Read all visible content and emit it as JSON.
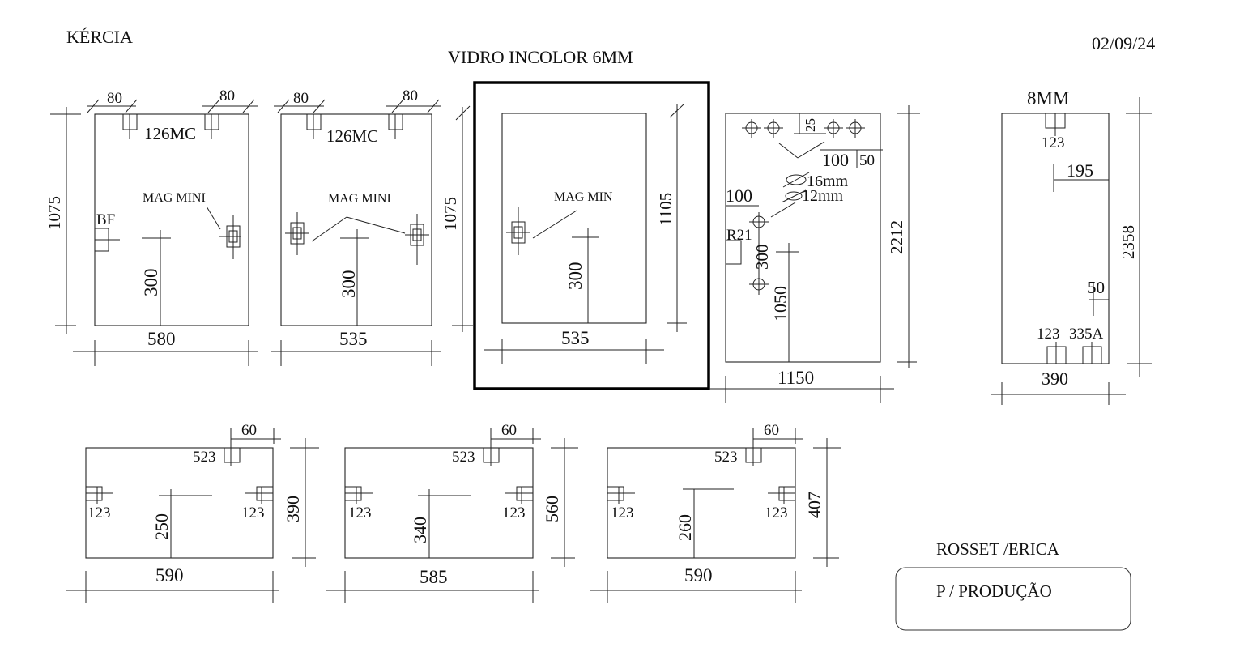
{
  "header": {
    "client": "KÉRCIA",
    "title": "VIDRO INCOLOR 6MM",
    "date": "02/09/24"
  },
  "panel1": {
    "width": "580",
    "height": "1075",
    "offset_left": "80",
    "offset_right": "80",
    "hinge_note": "126MC",
    "latch": "MAG MINI",
    "handle_label": "BF",
    "handle_height": "300"
  },
  "panel2": {
    "width": "535",
    "height": "1075",
    "offset_left": "80",
    "offset_right": "80",
    "hinge_note": "126MC",
    "latch": "MAG MINI",
    "handle_height": "300"
  },
  "panel3": {
    "width": "535",
    "height": "1105",
    "latch": "MAG MIN",
    "handle_height": "300"
  },
  "panel4": {
    "width": "1150",
    "height": "2212",
    "top_offset": "25",
    "hole_spacing": "100",
    "edge_offset": "50",
    "hole_big": "16mm",
    "hole_small": "12mm",
    "left_offset": "100",
    "corner_label": "R21",
    "hole_height": "300",
    "height_mark": "1050"
  },
  "panel5": {
    "width": "390",
    "height": "2358",
    "thickness": "8MM",
    "top_hinge": "123",
    "handle_offset": "195",
    "bottom_offset": "50",
    "bottom_hinge_1": "123",
    "bottom_hinge_2": "335A"
  },
  "panel6": {
    "width": "590",
    "height": "390",
    "offset": "60",
    "top_hinge": "523",
    "left_hinge": "123",
    "right_hinge": "123",
    "handle_height": "250"
  },
  "panel7": {
    "width": "585",
    "height": "560",
    "offset": "60",
    "top_hinge": "523",
    "left_hinge": "123",
    "right_hinge": "123",
    "handle_height": "340"
  },
  "panel8": {
    "width": "590",
    "height": "407",
    "offset": "60",
    "top_hinge": "523",
    "left_hinge": "123",
    "right_hinge": "123",
    "handle_height": "260"
  },
  "footer": {
    "names": "ROSSET /ERICA",
    "stamp": "P / PRODUÇÃO"
  }
}
